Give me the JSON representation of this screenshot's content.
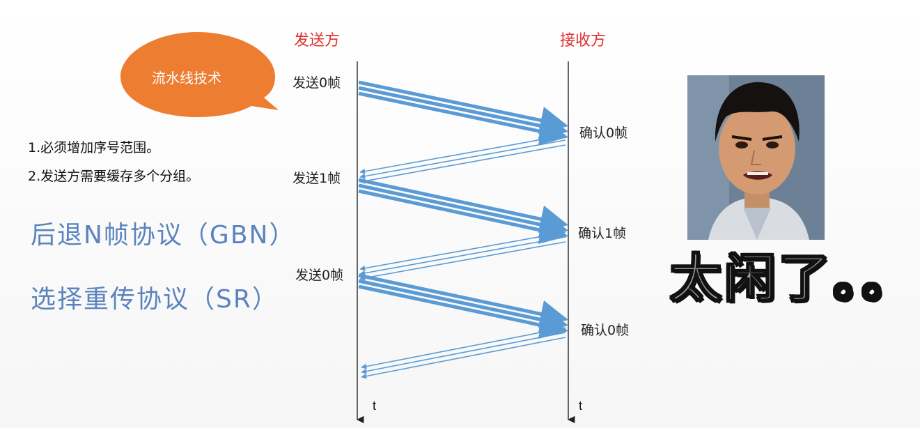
{
  "bubble": {
    "text": "流水线技术"
  },
  "notes": [
    "1.必须增加序号范围。",
    "2.发送方需要缓存多个分组。"
  ],
  "protocols": [
    "后退N帧协议（GBN）",
    "选择重传协议（SR）"
  ],
  "diagram": {
    "sender_title": "发送方",
    "receiver_title": "接收方",
    "send_labels": [
      "发送0帧",
      "发送1帧",
      "发送0帧"
    ],
    "ack_labels": [
      "确认0帧",
      "确认1帧",
      "确认0帧"
    ],
    "time_label": "t"
  },
  "meme": {
    "caption": "太闲了。。",
    "image": "man-face-photo"
  },
  "colors": {
    "accent": "#e0302f",
    "arrow": "#5b9bd5",
    "bubble": "#ed7d31",
    "protocol_text": "#3f6fb5"
  }
}
